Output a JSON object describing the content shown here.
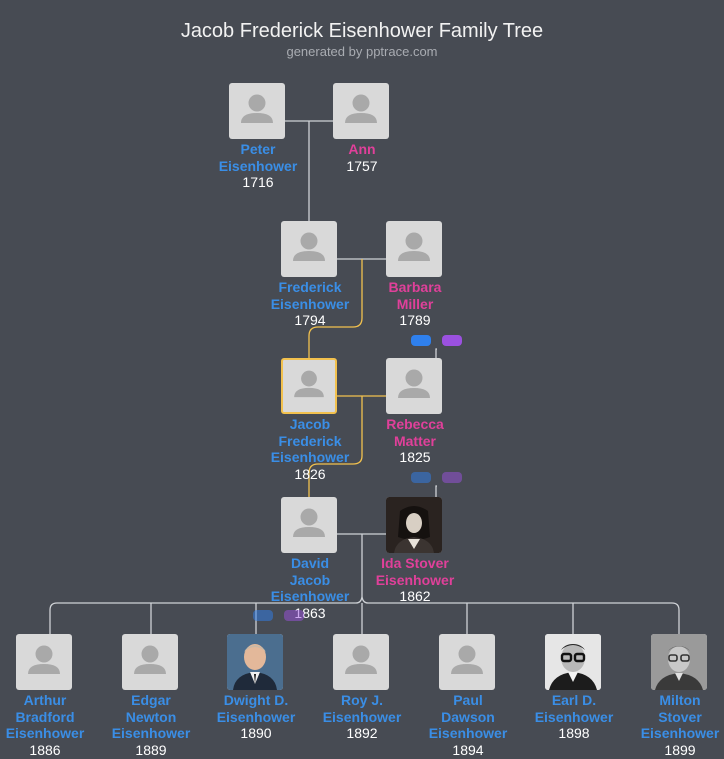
{
  "header": {
    "title": "Jacob Frederick Eisenhower Family Tree",
    "subtitle": "generated by pptrace.com"
  },
  "colors": {
    "male": "#3a8ee6",
    "female": "#e0409a",
    "highlight": "#f2c14e",
    "line": "#cfd2d6",
    "background": "#474b53"
  },
  "people": [
    {
      "id": "peter",
      "name": "Peter\nEisenhower",
      "year": "1716",
      "gender": "male"
    },
    {
      "id": "ann",
      "name": "Ann",
      "year": "1757",
      "gender": "female"
    },
    {
      "id": "frederick",
      "name": "Frederick\nEisenhower",
      "year": "1794",
      "gender": "male"
    },
    {
      "id": "barbara",
      "name": "Barbara\nMiller",
      "year": "1789",
      "gender": "female"
    },
    {
      "id": "jacob",
      "name": "Jacob\nFrederick\nEisenhower",
      "year": "1826",
      "gender": "male",
      "selected": true
    },
    {
      "id": "rebecca",
      "name": "Rebecca\nMatter",
      "year": "1825",
      "gender": "female"
    },
    {
      "id": "david",
      "name": "David\nJacob\nEisenhower",
      "year": "1863",
      "gender": "male"
    },
    {
      "id": "ida",
      "name": "Ida Stover\nEisenhower",
      "year": "1862",
      "gender": "female",
      "photo": "portrait-woman"
    },
    {
      "id": "arthur",
      "name": "Arthur\nBradford\nEisenhower",
      "year": "1886",
      "gender": "male"
    },
    {
      "id": "edgar",
      "name": "Edgar\nNewton\nEisenhower",
      "year": "1889",
      "gender": "male"
    },
    {
      "id": "dwight",
      "name": "Dwight D.\nEisenhower",
      "year": "1890",
      "gender": "male",
      "photo": "portrait-bald-suit"
    },
    {
      "id": "roy",
      "name": "Roy J.\nEisenhower",
      "year": "1892",
      "gender": "male"
    },
    {
      "id": "paul",
      "name": "Paul\nDawson\nEisenhower",
      "year": "1894",
      "gender": "male"
    },
    {
      "id": "earl",
      "name": "Earl D.\nEisenhower",
      "year": "1898",
      "gender": "male",
      "photo": "portrait-glasses"
    },
    {
      "id": "milton",
      "name": "Milton\nStover\nEisenhower",
      "year": "1899",
      "gender": "male",
      "photo": "portrait-glasses-old"
    }
  ],
  "icons": {
    "placeholder": "person-silhouette-icon",
    "expand_father": "expand-father-pill",
    "expand_mother": "expand-mother-pill"
  }
}
